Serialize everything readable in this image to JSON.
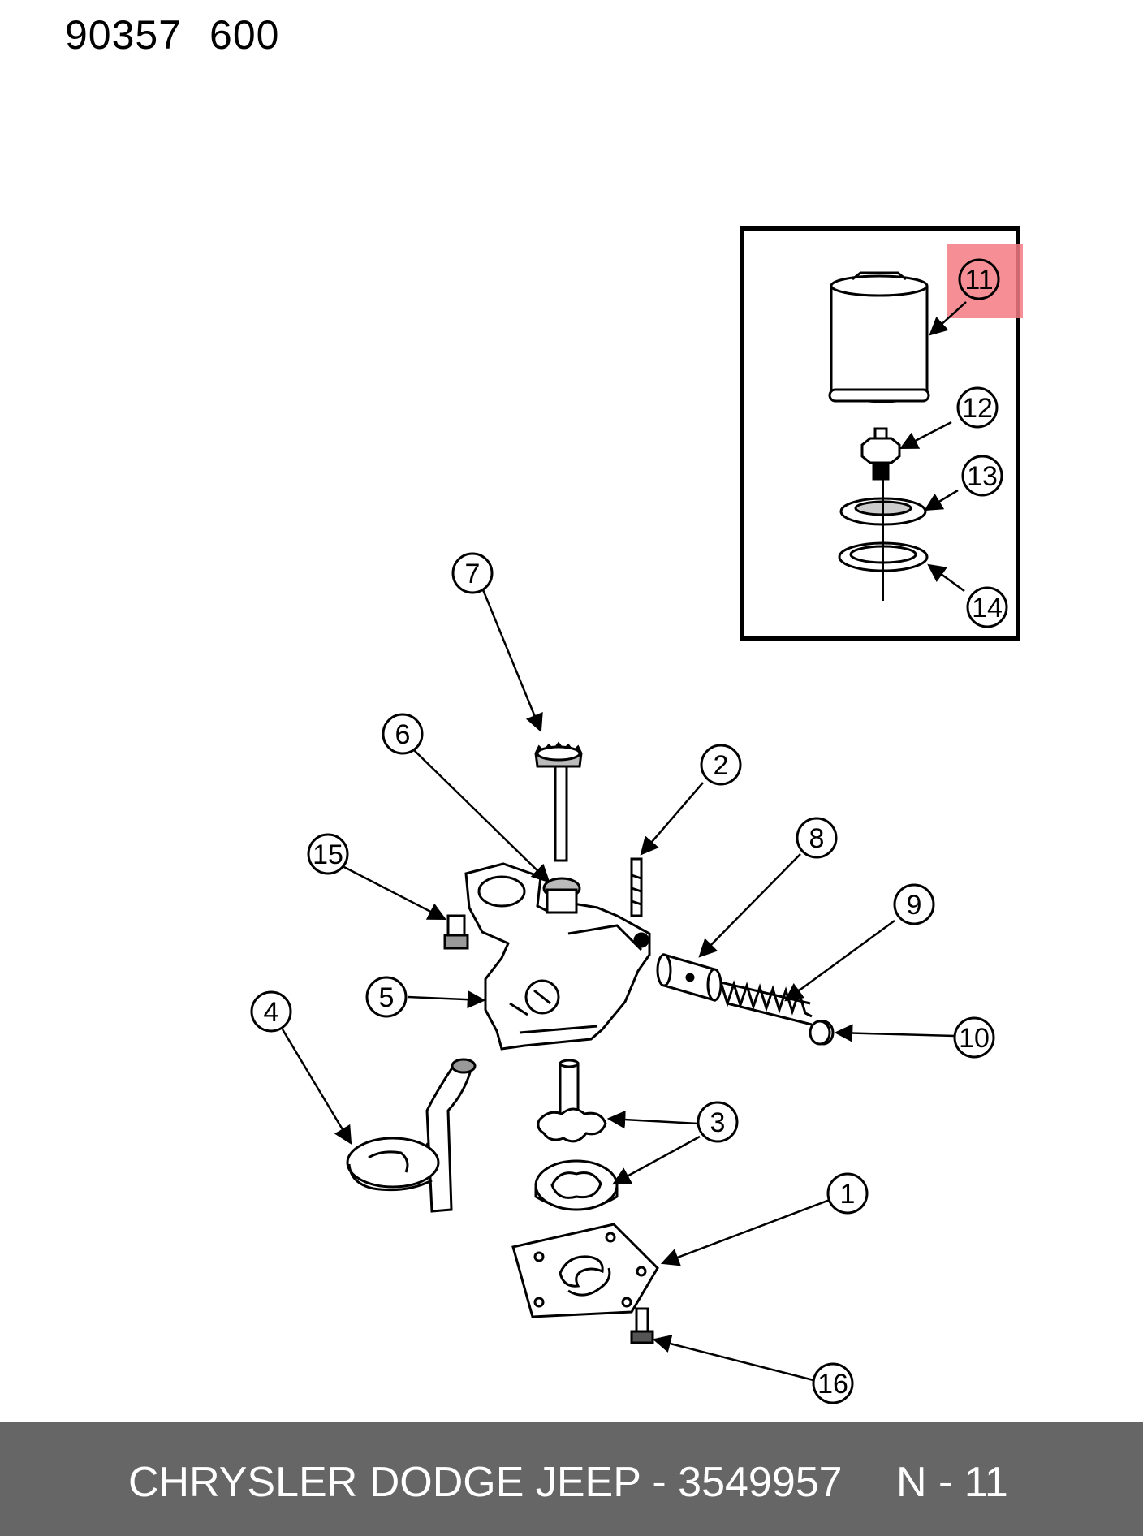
{
  "header": {
    "code_left": "90357",
    "code_right": "600"
  },
  "callouts": {
    "c1": "1",
    "c2": "2",
    "c3": "3",
    "c4": "4",
    "c5": "5",
    "c6": "6",
    "c7": "7",
    "c8": "8",
    "c9": "9",
    "c10": "10",
    "c11": "11",
    "c12": "12",
    "c13": "13",
    "c14": "14",
    "c15": "15",
    "c16": "16"
  },
  "highlight": {
    "callout": "11",
    "color": "#f47b82"
  },
  "footer": {
    "title": "CHRYSLER DODGE JEEP - 3549957",
    "page": "N - 11",
    "background": "#666666"
  }
}
